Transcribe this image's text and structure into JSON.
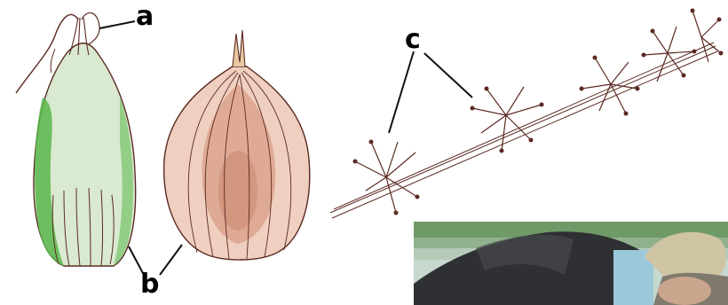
{
  "labels": {
    "a": "a",
    "b": "b",
    "c": "c"
  },
  "colors": {
    "ink": "#5b2a22",
    "leader": "#111111",
    "bulb_green": "#59b64a",
    "bulb_pale": "#d9ead1",
    "cut_bulb_pink": "#e8b6a3",
    "cut_bulb_core": "#cf8f77",
    "photo_sky": "#c7d8cf",
    "photo_jacket": "#2f3033",
    "photo_cap": "#cfc4a4"
  },
  "figures": [
    "bulb-with-root-illustration",
    "cut-bulb-illustration",
    "flowering-stalk-illustration",
    "person-lying-in-grass-photo"
  ]
}
